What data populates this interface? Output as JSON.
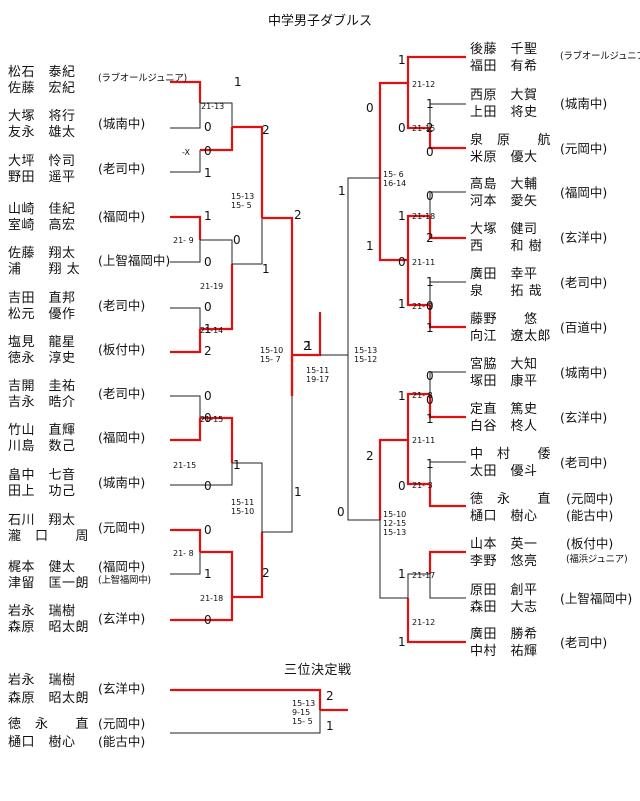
{
  "title": "中学男子ダブルス",
  "third_place_title": "三位決定戦",
  "colors": {
    "winner_line": "#e01010",
    "loser_line": "#222222"
  },
  "left_teams": [
    {
      "p1": "松石　泰紀",
      "p2": "佐藤　宏紀",
      "club": "(ラブオールジュニア)"
    },
    {
      "p1": "大塚　将行",
      "p2": "友永　雄太",
      "club": "(城南中)"
    },
    {
      "p1": "大坪　怜司",
      "p2": "野田　遥平",
      "club": "(老司中)"
    },
    {
      "p1": "山崎　佳紀",
      "p2": "室崎　高宏",
      "club": "(福岡中)"
    },
    {
      "p1": "佐藤　翔太",
      "p2": "浦　　翔 太",
      "club": "(上智福岡中)"
    },
    {
      "p1": "吉田　直邦",
      "p2": "松元　優作",
      "club": "(老司中)"
    },
    {
      "p1": "塩見　龍星",
      "p2": "徳永　淳史",
      "club": "(板付中)"
    },
    {
      "p1": "吉開　圭祐",
      "p2": "吉永　晧介",
      "club": "(老司中)"
    },
    {
      "p1": "竹山　直輝",
      "p2": "川島　数己",
      "club": "(福岡中)"
    },
    {
      "p1": "畠中　七音",
      "p2": "田上　功己",
      "club": "(城南中)"
    },
    {
      "p1": "石川　翔太",
      "p2": "瀧　口　　周",
      "club": "(元岡中)"
    },
    {
      "p1": "梶本　健太",
      "p2": "津留　匡一朗",
      "club": "(福岡中)",
      "club2": "(上智福岡中)"
    },
    {
      "p1": "岩永　瑞樹",
      "p2": "森原　昭太朗",
      "club": "(玄洋中)"
    }
  ],
  "right_teams": [
    {
      "p1": "後藤　千聖",
      "p2": "福田　有希",
      "club": "(ラブオールジュニア)"
    },
    {
      "p1": "西原　大賀",
      "p2": "上田　将史",
      "club": "(城南中)"
    },
    {
      "p1": "泉　原　　航",
      "p2": "米原　優大",
      "club": "(元岡中)"
    },
    {
      "p1": "高島　大輔",
      "p2": "河本　愛矢",
      "club": "(福岡中)"
    },
    {
      "p1": "大塚　健司",
      "p2": "西　　和 樹",
      "club": "(玄洋中)"
    },
    {
      "p1": "廣田　幸平",
      "p2": "泉　　拓 哉",
      "club": "(老司中)"
    },
    {
      "p1": "藤野　　悠",
      "p2": "向江　遼太郎",
      "club": "(百道中)"
    },
    {
      "p1": "宮脇　大知",
      "p2": "塚田　康平",
      "club": "(城南中)"
    },
    {
      "p1": "定直　篤史",
      "p2": "白谷　柊人",
      "club": "(玄洋中)"
    },
    {
      "p1": "中　村　　倭",
      "p2": "太田　優斗",
      "club": "(老司中)"
    },
    {
      "p1": "徳　永　　直",
      "p2": "樋口　樹心",
      "club": "(元岡中)",
      "club2": "(能古中)"
    },
    {
      "p1": "山本　英一",
      "p2": "李野　悠亮",
      "club": "(板付中)",
      "club2": "(福浜ジュニア)"
    },
    {
      "p1": "原田　創平",
      "p2": "森田　大志",
      "club": "(上智福岡中)"
    },
    {
      "p1": "廣田　勝希",
      "p2": "中村　祐輝",
      "club": "(老司中)"
    }
  ],
  "third_place_teams": [
    {
      "p1": "岩永　瑞樹",
      "p2": "森原　昭太朗",
      "club": "(玄洋中)"
    },
    {
      "p1": "徳　永　　直",
      "p2": "樋口　樹心",
      "club": "(元岡中)",
      "club2": "(能古中)"
    }
  ],
  "left_scores": {
    "r1": [
      "21-13",
      "-X",
      "21- 9",
      "21-19",
      "21-14",
      "21-15",
      "21-15",
      "21- 8",
      "21-18"
    ],
    "r2_top": "15-13\n15- 5",
    "r2_bottom": "15-11\n15-10",
    "final": "15-10\n15- 7"
  },
  "right_scores": {
    "r1": [
      "21-12",
      "21-15",
      "21-18",
      "21-11",
      "21- 3",
      "21- 8",
      "21-11",
      "21- 3",
      "21-17",
      "21-12"
    ],
    "r2_top": "15- 6\n16-14",
    "r2_bottom": "15-10\n12-15\n15-13",
    "final": "15-13\n15-12"
  },
  "final_scores": "15-11\n19-17",
  "third_place_scores": "15-13\n9-15\n15- 5",
  "left_wins": [
    "1",
    "2",
    "0",
    "0",
    "1",
    "2",
    "1",
    "0",
    "0",
    "1",
    "0",
    "1",
    "2",
    "1",
    "0",
    "0",
    "1",
    "0",
    "1",
    "0",
    "1",
    "2",
    "0"
  ],
  "right_wins": [
    "1",
    "0",
    "0",
    "1",
    "2",
    "0",
    "1",
    "0",
    "1",
    "2",
    "1",
    "0",
    "1",
    "1",
    "0",
    "1",
    "2",
    "0",
    "1",
    "0",
    "1",
    "1",
    "0",
    "1",
    "1"
  ],
  "final_wins": [
    "2",
    "0"
  ],
  "third_place_wins": [
    "2",
    "1"
  ]
}
